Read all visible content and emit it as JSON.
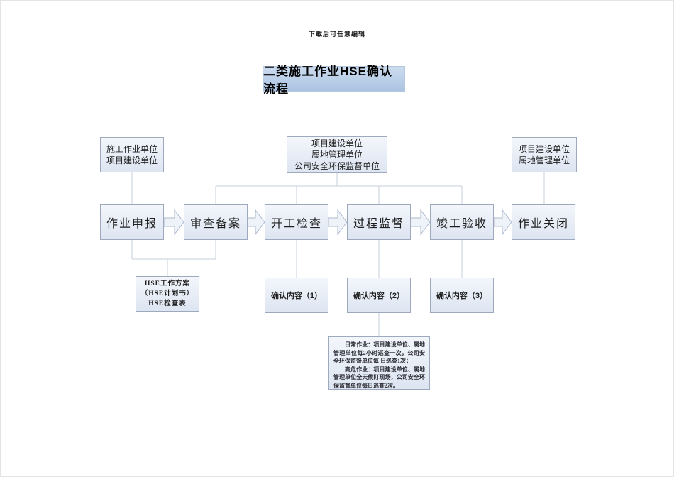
{
  "page": {
    "header_note": "下载后可任意编辑",
    "title": "二类施工作业HSE确认流程"
  },
  "org_boxes": [
    {
      "lines": [
        "施工作业单位",
        "项目建设单位"
      ]
    },
    {
      "lines": [
        "项目建设单位",
        "属地管理单位",
        "公司安全环保监督单位"
      ]
    },
    {
      "lines": [
        "项目建设单位",
        "属地管理单位"
      ]
    }
  ],
  "flow_steps": [
    {
      "label": "作业申报"
    },
    {
      "label": "审查备案"
    },
    {
      "label": "开工检查"
    },
    {
      "label": "过程监督"
    },
    {
      "label": "竣工验收"
    },
    {
      "label": "作业关闭"
    }
  ],
  "hse_box": {
    "lines": [
      "HSE工作方案",
      "（HSE计划书）",
      "HSE检查表"
    ]
  },
  "confirm_boxes": [
    "确认内容（1）",
    "确认内容（2）",
    "确认内容（3）"
  ],
  "note": {
    "paragraphs": [
      "日常作业：项目建设单位、属地管理单位每2小时巡查一次，公司安全环保监督单位每 日巡查1次；",
      "高危作业：项目建设单位、属地管理单位全天候盯现场，公司安全环保监督单位每日巡查2次。"
    ]
  },
  "colors": {
    "title_top": "#cddcef",
    "title_bottom": "#abc4e2",
    "title_border": "#b4c6e0",
    "box_top": "#f3f6fb",
    "box_bottom": "#dde5f2",
    "box_border": "#9fa9bd",
    "connector": "#c5cfde",
    "arrow_fill": "#eef2f9",
    "arrow_stroke": "#aeb9cf",
    "text": "#1f1f1f"
  }
}
